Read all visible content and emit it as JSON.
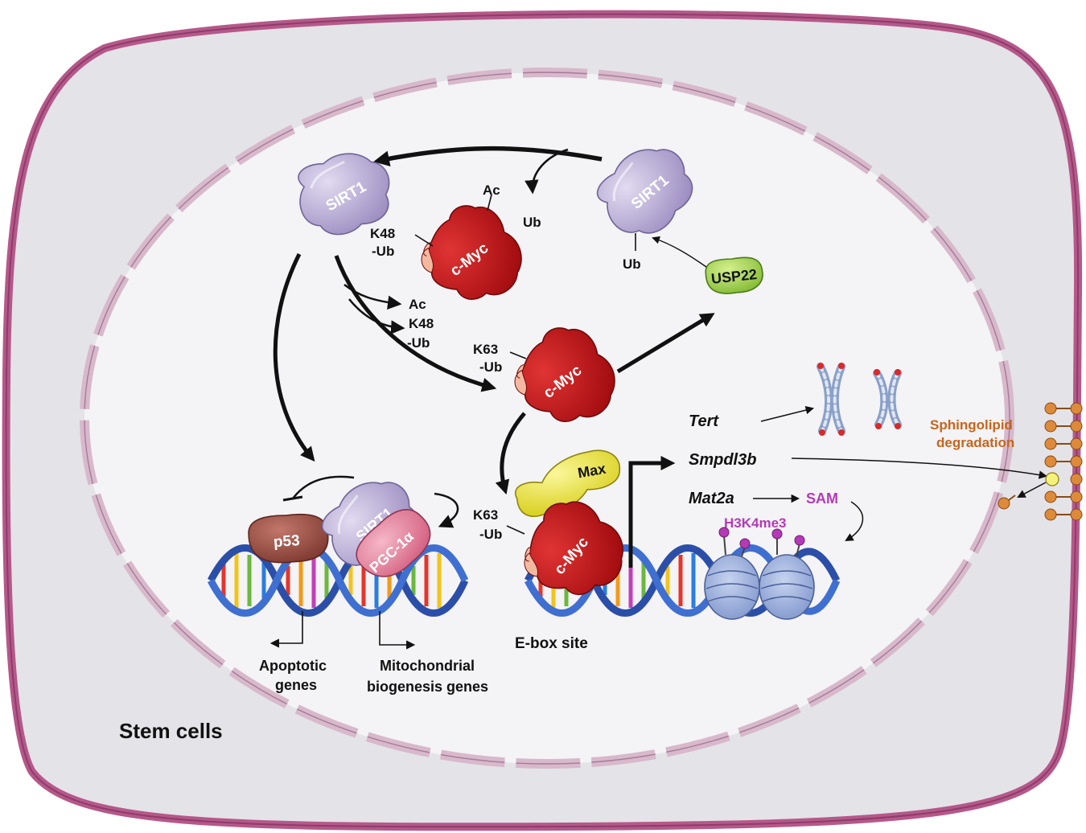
{
  "cell_label": "Stem cells",
  "proteins": {
    "sirt1": "SIRT1",
    "cmyc": "c-Myc",
    "usp22": "USP22",
    "max": "Max",
    "p53": "p53",
    "pgc1a": "PGC-1α"
  },
  "modifications": {
    "ac": "Ac",
    "ub": "Ub",
    "k48": "K48",
    "k63": "K63",
    "dash_ub": "-Ub"
  },
  "genes": {
    "tert": "Tert",
    "smpdl3b": "Smpdl3b",
    "mat2a": "Mat2a"
  },
  "metabolites": {
    "sam": "SAM",
    "h3k4me3": "H3K4me3"
  },
  "sphingolipid": {
    "line1": "Sphingolipid",
    "line2": "degradation"
  },
  "dna_labels": {
    "apoptotic_line1": "Apoptotic",
    "apoptotic_line2": "genes",
    "mito_line1": "Mitochondrial",
    "mito_line2": "biogenesis genes",
    "ebox": "E-box site"
  },
  "colors": {
    "membrane": "#b5588a",
    "cytoplasm": "#e4e3e8",
    "nucleus": "#f4f3f5",
    "sirt1": "#b3a6d0",
    "cmyc": "#cc1618",
    "usp22": "#9ed04a",
    "max": "#f0ea3a",
    "p53": "#9c4b3f",
    "pgc1a": "#e57f98",
    "magenta_text": "#b43ab8",
    "orange_text": "#c6651d",
    "dna_backbone": "#2b4fa8"
  }
}
